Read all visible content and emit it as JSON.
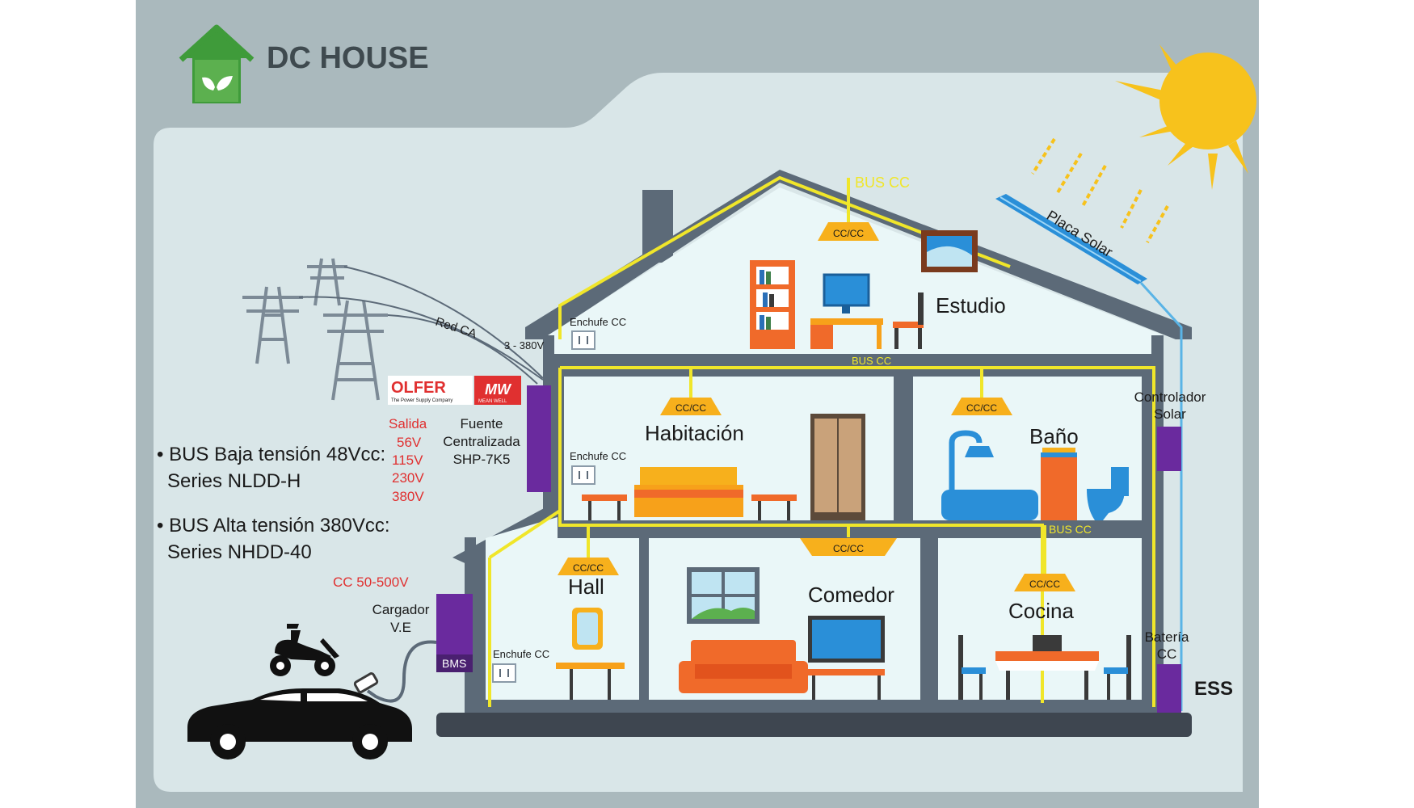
{
  "header": {
    "title": "DC HOUSE"
  },
  "colors": {
    "outer_panel": "#aab9bd",
    "inner_panel": "#d9e6e8",
    "house_wall": "#5c6a78",
    "room_fill": "#eaf7f8",
    "bus_wire": "#f0e62a",
    "purple_box": "#6a2a9e",
    "solar_wire": "#5ab4e6",
    "sun": "#f7c21c",
    "logo_green": "#3f9b3a",
    "red_text": "#e03030"
  },
  "labels": {
    "bus_cc_roof": "BUS CC",
    "bus_cc_first": "BUS CC",
    "bus_cc_ground": "BUS CC",
    "converter": "CC/CC",
    "placa_solar": "Placa Solar",
    "red_ca": "Red CA",
    "voltage_3ph": "3 - 380V",
    "enchufe_cc": "Enchufe CC",
    "controlador_line1": "Controlador",
    "controlador_line2": "Solar",
    "bateria_line1": "Batería",
    "bateria_line2": "CC",
    "ess": "ESS",
    "bms": "BMS",
    "cargador_line1": "Cargador",
    "cargador_line2": "V.E",
    "cc_range": "CC  50-500V",
    "fuente_line1": "Fuente",
    "fuente_line2": "Centralizada",
    "fuente_line3": "SHP-7K5",
    "salida": "Salida",
    "outputs": [
      "56V",
      "115V",
      "230V",
      "380V"
    ],
    "olfer_brand": "OLFER",
    "olfer_tagline": "The Power Supply Company",
    "mw_brand": "MW",
    "mw_tagline": "MEAN WELL"
  },
  "rooms": {
    "estudio": "Estudio",
    "habitacion": "Habitación",
    "bano": "Baño",
    "hall": "Hall",
    "comedor": "Comedor",
    "cocina": "Cocina"
  },
  "bullets": [
    {
      "line1": "BUS Baja tensión 48Vcc:",
      "line2": "Series NLDD-H"
    },
    {
      "line1": "BUS Alta tensión 380Vcc:",
      "line2": "Series NHDD-40"
    }
  ]
}
